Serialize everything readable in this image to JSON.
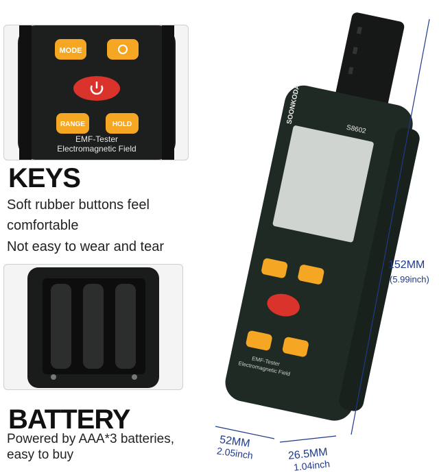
{
  "keys_panel": {
    "mode_label": "MODE",
    "range_label": "RANGE",
    "hold_label": "HOLD",
    "caption_line1": "EMF-Tester",
    "caption_line2": "Electromagnetic Field"
  },
  "keys_section": {
    "title": "KEYS",
    "line1": "Soft rubber buttons feel",
    "line2": "comfortable",
    "line3": "Not easy to wear and tear"
  },
  "battery_section": {
    "title": "BATTERY",
    "line1": "Powered by AAA*3 batteries,",
    "line2": "easy to buy"
  },
  "device": {
    "brand": "SOONKODA",
    "model": "S8602",
    "caption_line1": "EMF-Tester",
    "caption_line2": "Electromagnetic Field"
  },
  "dimensions": {
    "height_mm": "152MM",
    "height_in": "(5.99inch)",
    "width_mm": "52MM",
    "width_in": "2.05inch",
    "depth_mm": "26.5MM",
    "depth_in": "1.04inch"
  },
  "colors": {
    "device_body": "#1f2a24",
    "button_orange": "#f5a623",
    "power_red": "#d9332b",
    "dimension_blue": "#1e3a8a"
  }
}
